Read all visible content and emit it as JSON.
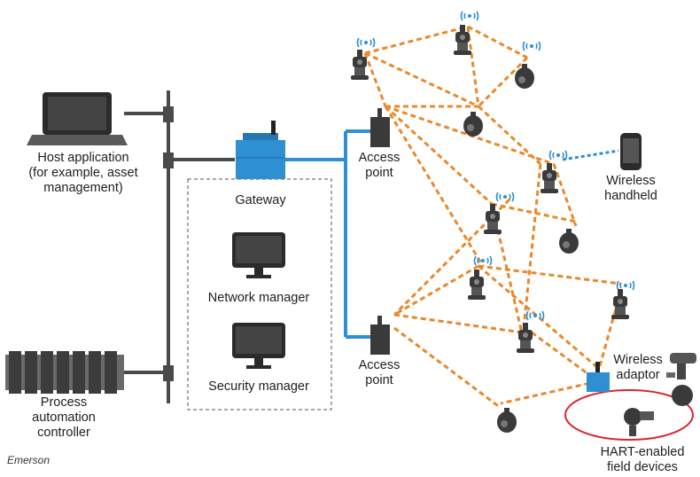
{
  "labels": {
    "host_application": [
      "Host application",
      "(for example, asset",
      "management)"
    ],
    "process_controller": [
      "Process",
      "automation",
      "controller"
    ],
    "gateway": "Gateway",
    "network_manager": "Network manager",
    "security_manager": "Security manager",
    "access_point_top": [
      "Access",
      "point"
    ],
    "access_point_bottom": [
      "Access",
      "point"
    ],
    "wireless_handheld": [
      "Wireless",
      "handheld"
    ],
    "wireless_adaptor": [
      "Wireless",
      "adaptor"
    ],
    "hart_devices": [
      "HART-enabled",
      "field devices"
    ]
  },
  "credit": "Emerson",
  "colors": {
    "mesh_link": "#e8892b",
    "wired_link": "#2e8fd3",
    "handheld_link": "#2e8fd3",
    "hart_loop": "#d9262c",
    "gateway_fill": "#2e8fd3",
    "device_dark": "#3a3a3a",
    "bus": "#4a4a4a"
  },
  "icons": [
    "laptop-icon",
    "controller-icon",
    "gateway-icon",
    "monitor-icon",
    "access-point-icon",
    "transmitter-icon",
    "handheld-icon",
    "wireless-signal-icon",
    "adaptor-icon"
  ]
}
